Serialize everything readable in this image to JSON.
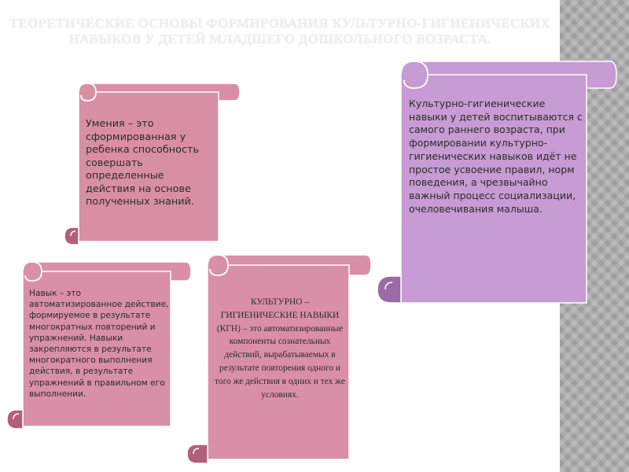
{
  "slide": {
    "title": "Теоретические основы формирования культурно-гигиенических навыков у детей младшего дошкольного возраста."
  },
  "scrolls": {
    "umenia": {
      "text": "Умения – это сформированная у ребенка способность совершать определенные действия на основе полученных знаний."
    },
    "navyk": {
      "text": "Навык – это автоматизированное действие, формируемое в результате многократных повторений и упражнений. Навыки закрепляются в результате многократного выполнения действия, в результате упражнений в правильном его выполнении."
    },
    "kgn": {
      "heading": "Культурно – гигиенические навыки (КГН)",
      "text": " – это автоматизированные компоненты сознательных действий, вырабатываемых в результате повторения одного и того же действия в одних и тех же условиях."
    },
    "right": {
      "text": "Культурно-гигиенические навыки у детей воспитываются с самого раннего возраста, при формировании культурно-гигиенических навыков идёт не простое усвоение правил, норм поведения, а чрезвычайно важный процесс социализации, очеловечивания малыша."
    }
  },
  "colors": {
    "pink": "#d98fa3",
    "pink_dark": "#b26079",
    "rose": "#d98fa7",
    "violet": "#c79bd3",
    "violet_dark": "#9d6aa8",
    "title": "#efeff3"
  }
}
